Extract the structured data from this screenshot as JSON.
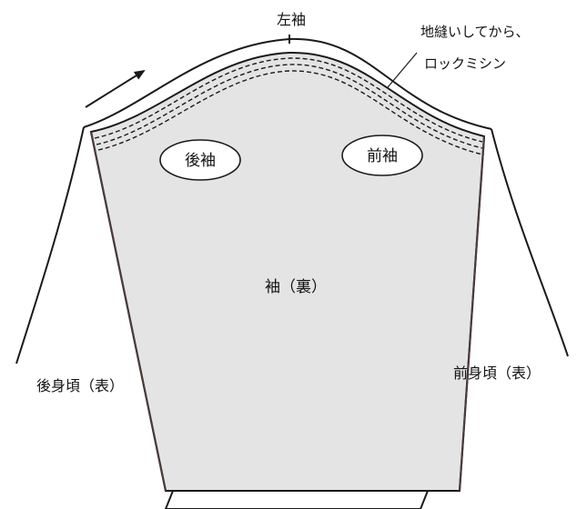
{
  "labels": {
    "sleeve_name": "左袖",
    "note_line1": "地縫いしてから、",
    "note_line2": "ロックミシン",
    "back_sleeve": "後袖",
    "front_sleeve": "前袖",
    "sleeve_reverse": "袖（裏）",
    "back_body": "後身頃（表）",
    "front_body": "前身頃（表）"
  },
  "colors": {
    "sleeve_fill": "#e4e4e4",
    "outline": "#1a1a1a",
    "body_fill": "#ffffff"
  },
  "icons": {
    "direction": "arrow-icon"
  }
}
